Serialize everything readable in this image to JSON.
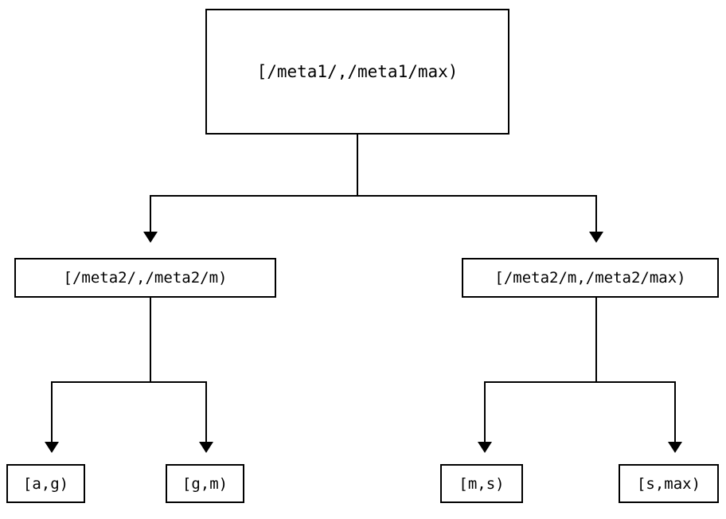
{
  "diagram": {
    "type": "tree",
    "title": "",
    "orientation": "top-down",
    "levels": 3,
    "colors": {
      "stroke": "#000000",
      "fill": "#ffffff",
      "text": "#000000",
      "background": "#ffffff"
    },
    "nodes": {
      "root": {
        "label": "[/meta1/,/meta1/max)"
      },
      "mid": [
        {
          "label": "[/meta2/,/meta2/m)"
        },
        {
          "label": "[/meta2/m,/meta2/max)"
        }
      ],
      "leaves": [
        {
          "label": "[a,g)"
        },
        {
          "label": "[g,m)"
        },
        {
          "label": "[m,s)"
        },
        {
          "label": "[s,max)"
        }
      ]
    },
    "edges": [
      {
        "from": "[/meta1/,/meta1/max)",
        "to": "[/meta2/,/meta2/m)"
      },
      {
        "from": "[/meta1/,/meta1/max)",
        "to": "[/meta2/m,/meta2/max)"
      },
      {
        "from": "[/meta2/,/meta2/m)",
        "to": "[a,g)"
      },
      {
        "from": "[/meta2/,/meta2/m)",
        "to": "[g,m)"
      },
      {
        "from": "[/meta2/m,/meta2/max)",
        "to": "[m,s)"
      },
      {
        "from": "[/meta2/m,/meta2/max)",
        "to": "[s,max)"
      }
    ]
  }
}
